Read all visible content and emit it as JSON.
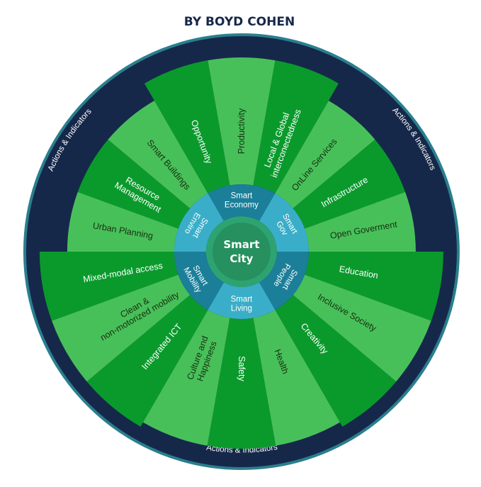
{
  "title": "BY BOYD COHEN",
  "center": {
    "line1": "Smart",
    "line2": "City"
  },
  "actions_label": "Actions & Indicators",
  "dimensions": [
    {
      "id": "economy",
      "lines": [
        "Smart",
        "Economy"
      ],
      "items": [
        {
          "lines": [
            "Opportunity"
          ]
        },
        {
          "lines": [
            "Productivity"
          ]
        },
        {
          "lines": [
            "Local & Global",
            "interconectedness"
          ]
        }
      ]
    },
    {
      "id": "gov",
      "lines": [
        "Smart",
        "Gov"
      ],
      "items": [
        {
          "lines": [
            "OnLine Services"
          ]
        },
        {
          "lines": [
            "Infrastructure"
          ]
        },
        {
          "lines": [
            "Open Goverment"
          ]
        }
      ]
    },
    {
      "id": "people",
      "lines": [
        "Smart",
        "People"
      ],
      "items": [
        {
          "lines": [
            "Education"
          ]
        },
        {
          "lines": [
            "Inclusive Society"
          ]
        },
        {
          "lines": [
            "Creativity"
          ]
        }
      ]
    },
    {
      "id": "living",
      "lines": [
        "Smart",
        "Living"
      ],
      "items": [
        {
          "lines": [
            "Health"
          ]
        },
        {
          "lines": [
            "Safety"
          ]
        },
        {
          "lines": [
            "Culture and",
            "Happiness"
          ]
        }
      ]
    },
    {
      "id": "mobility",
      "lines": [
        "Smart",
        "Mobility"
      ],
      "items": [
        {
          "lines": [
            "Integrated ICT"
          ]
        },
        {
          "lines": [
            "Clean &",
            "non-motorized mobility"
          ]
        },
        {
          "lines": [
            "Mixed-modal access"
          ]
        }
      ]
    },
    {
      "id": "enviro",
      "lines": [
        "Smart",
        "Enviro"
      ],
      "items": [
        {
          "lines": [
            "Urban Planning"
          ]
        },
        {
          "lines": [
            "Resource",
            "Management"
          ]
        },
        {
          "lines": [
            "Smart Buildings"
          ]
        }
      ]
    }
  ],
  "colors": {
    "outer_ring": "#16284a",
    "outer_border": "#2a7f8e",
    "dark_green": "#0a9a2c",
    "light_green": "#48c05a",
    "dark_text": "#17310f",
    "light_text": "#ffffff",
    "dim_dark": "#1b7f99",
    "dim_light": "#3aaec8",
    "core_ring": "#2ea372",
    "core": "#26905e"
  }
}
